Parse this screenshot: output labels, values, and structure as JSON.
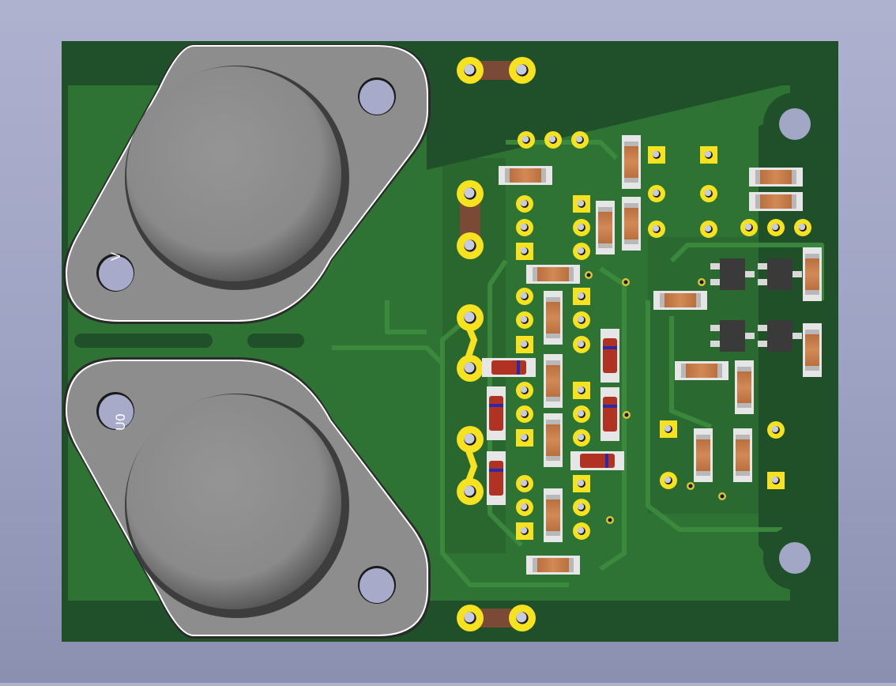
{
  "scene": {
    "type": "pcb-3d-render",
    "background_top": "#aeb2cf",
    "background_bottom": "#8c90b0",
    "board_color": "#235a2f",
    "copper_color": "#2e7a36",
    "silkscreen_color": "#ffffff",
    "pad_color": "#f6e21e",
    "can_color": "#8d8d8d"
  },
  "silkscreen": {
    "label_top_transistor": "V",
    "label_bottom_transistor": "U0"
  }
}
